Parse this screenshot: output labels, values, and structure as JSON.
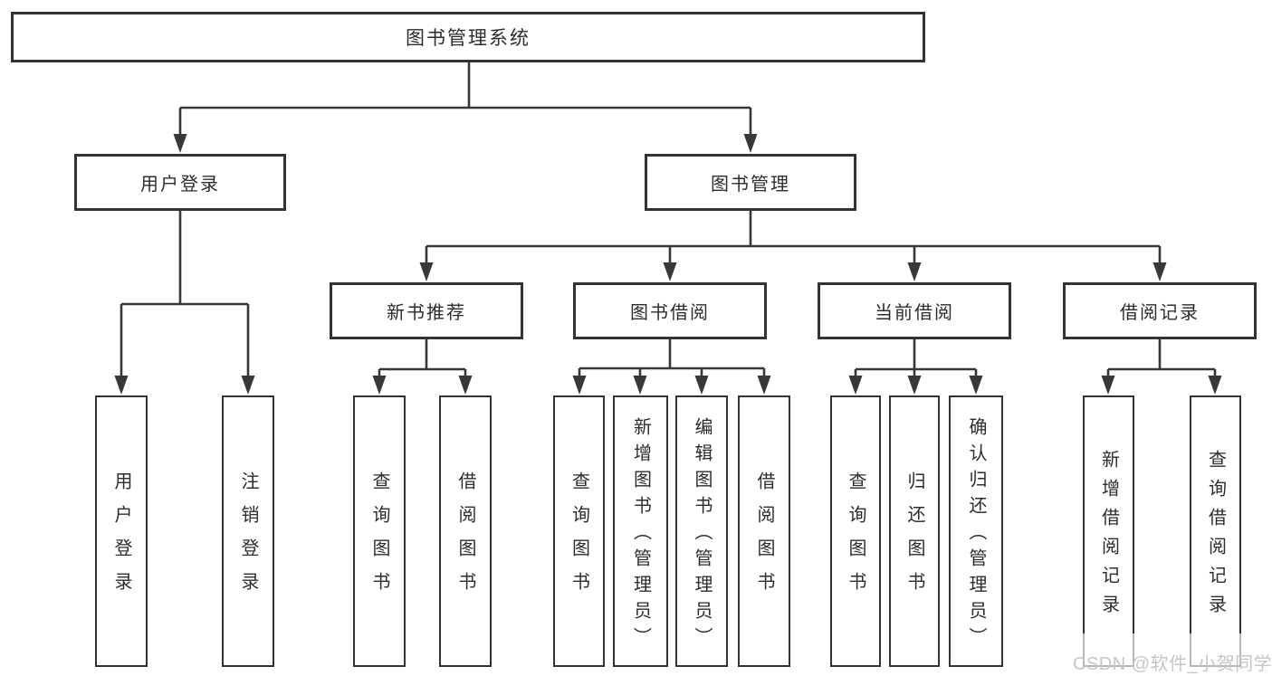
{
  "diagram": {
    "root": {
      "label": "图书管理系统"
    },
    "branches": [
      {
        "label": "用户登录",
        "children": [
          {
            "label": "用户登录"
          },
          {
            "label": "注销登录"
          }
        ]
      },
      {
        "label": "图书管理",
        "children": [
          {
            "label": "新书推荐",
            "children": [
              {
                "label": "查询图书"
              },
              {
                "label": "借阅图书"
              }
            ]
          },
          {
            "label": "图书借阅",
            "children": [
              {
                "label": "查询图书"
              },
              {
                "label": "新增图书（管理员）"
              },
              {
                "label": "编辑图书（管理员）"
              },
              {
                "label": "借阅图书"
              }
            ]
          },
          {
            "label": "当前借阅",
            "children": [
              {
                "label": "查询图书"
              },
              {
                "label": "归还图书"
              },
              {
                "label": "确认归还（管理员）"
              }
            ]
          },
          {
            "label": "借阅记录",
            "children": [
              {
                "label": "新增借阅记录"
              },
              {
                "label": "查询借阅记录"
              }
            ]
          }
        ]
      }
    ]
  },
  "watermark": {
    "text": "CSDN @软件_小贺同学"
  },
  "colors": {
    "line": "#383838",
    "border": "#333333",
    "text": "#2d2d2d",
    "watermark": "#c5c6c8",
    "background": "#ffffff"
  }
}
